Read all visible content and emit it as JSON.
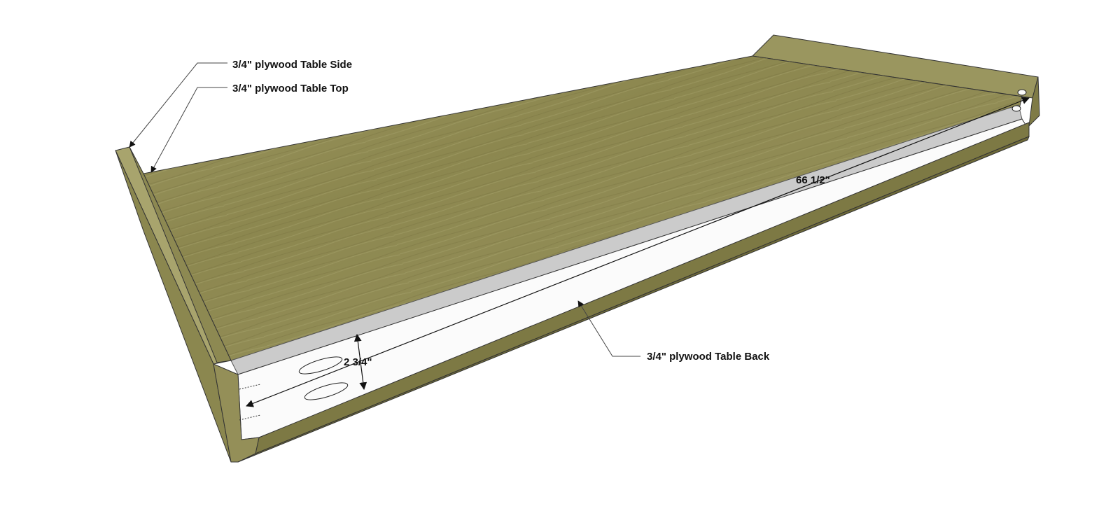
{
  "labels": {
    "table_side": "3/4\" plywood Table Side",
    "table_top": "3/4\" plywood Table Top",
    "table_back": "3/4\" plywood Table Back"
  },
  "dimensions": {
    "length": "66 1/2\"",
    "height": "2 3/4\""
  },
  "colors": {
    "wood_top": "#8a8550",
    "wood_light": "#a39f68",
    "wood_edge": "#7e7a45",
    "wood_dark": "#6b6838",
    "board_face": "#fafafa",
    "board_top_edge": "#c9c9c9",
    "line": "#222222"
  }
}
